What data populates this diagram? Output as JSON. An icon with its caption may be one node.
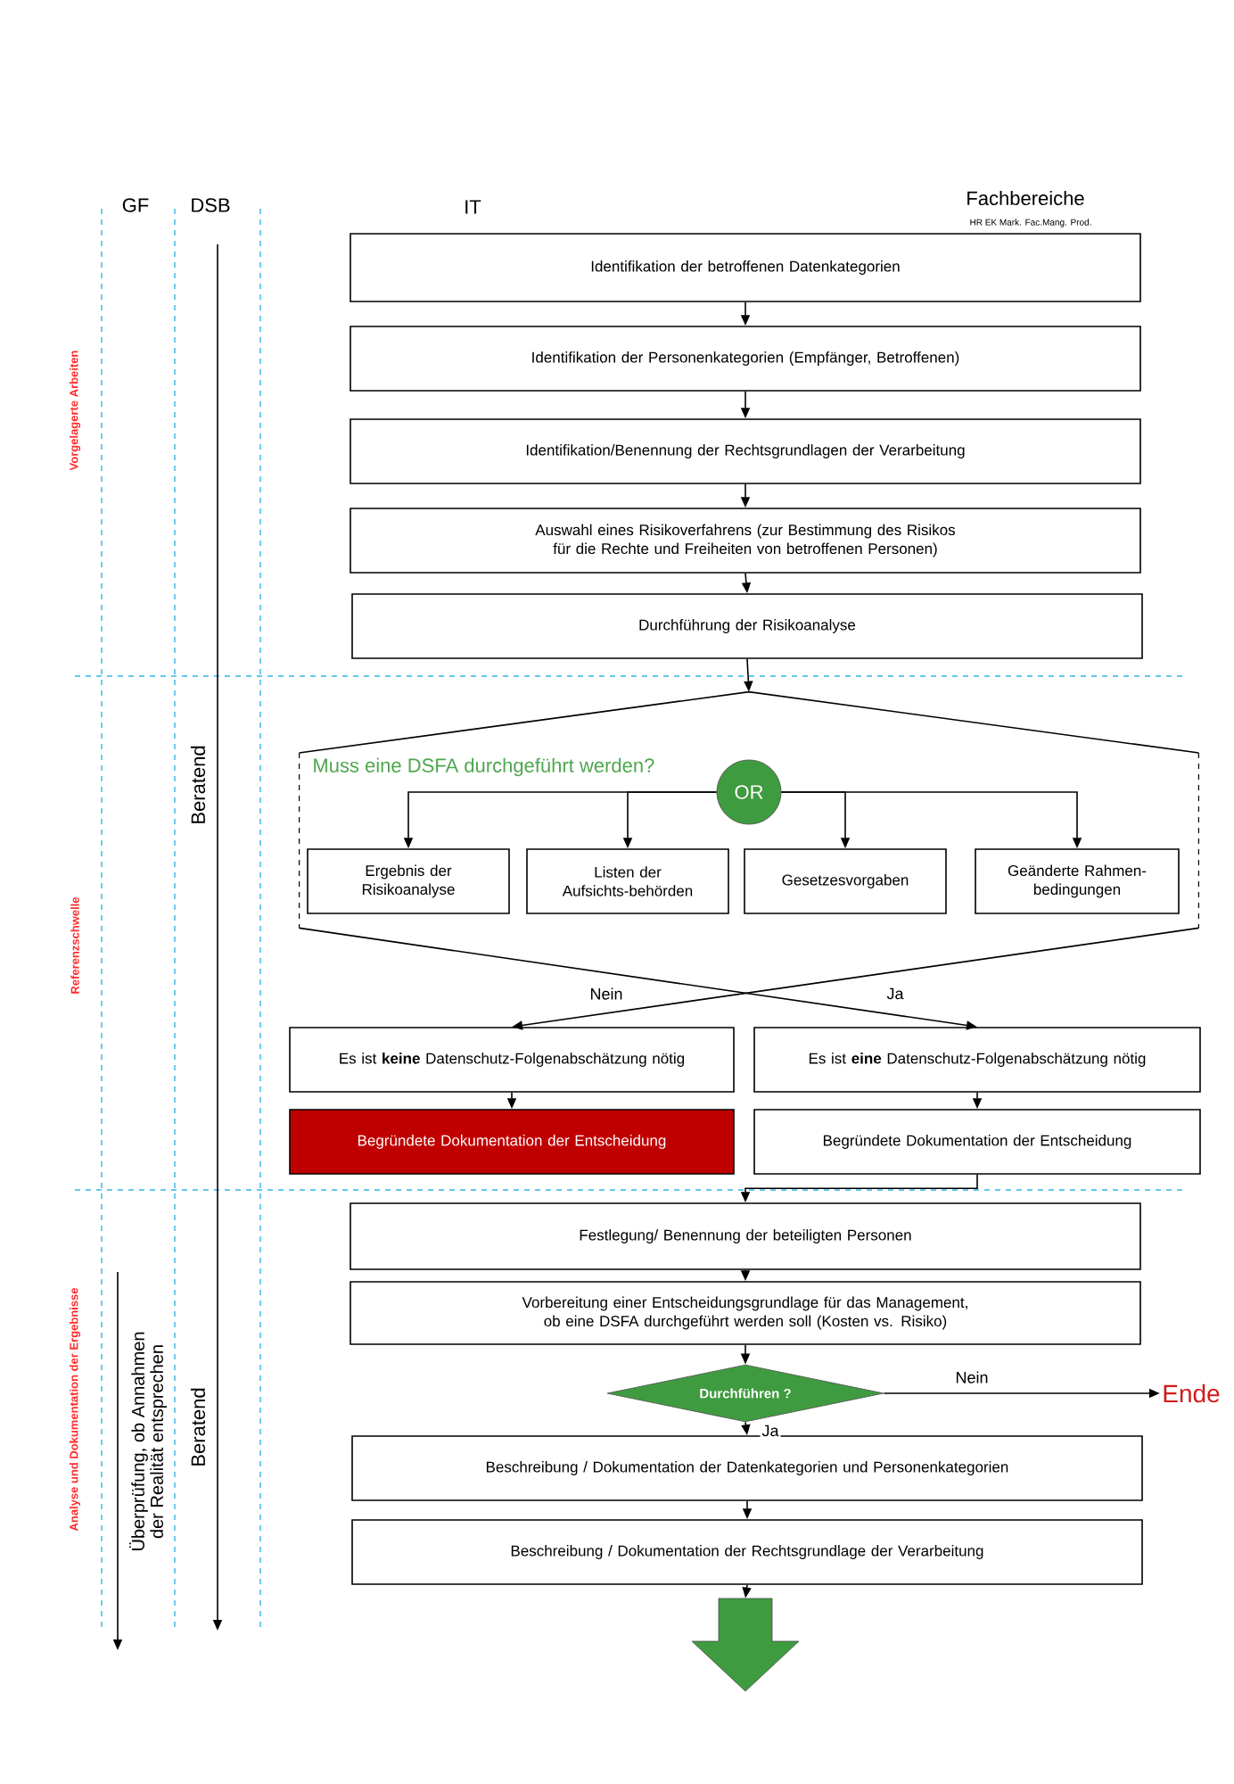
{
  "diagram": {
    "nodes": [
      {
        "text": [
          "Identifikation der betroffenen Datenkategorien"
        ]
      },
      {
        "text": [
          "Identifikation der Personenkategorien (Empfänger, Betroffenen)"
        ]
      },
      {
        "text": [
          "Identifikation/Benennung der Rechtsgrundlagen der Verarbeitung"
        ]
      },
      {
        "text": [
          "Auswahl eines Risikoverfahrens (zur Bestimmung des Risikos für die Rechte und Freiheiten von betroffenen Personen)"
        ]
      },
      {
        "text": [
          "Durchführung der Risikoanalyse"
        ]
      },
      {
        "text": [
          "Muss eine DSFA durchgeführt werden?"
        ]
      },
      {
        "text": [
          "OR"
        ],
        "in": 5
      },
      {
        "text": [
          "Ergebnis der Risikoanalyse"
        ],
        "in": 5
      },
      {
        "text": [
          "Listen der Aufsichts-behörden"
        ],
        "in": 5
      },
      {
        "text": [
          "Gesetzesvorgaben"
        ],
        "in": 5
      },
      {
        "text": [
          "Geänderte Rahmen-bedingungen"
        ],
        "in": 5
      },
      {
        "text": [
          "Es ist **keine** Datenschutz-Folgenabschätzung nötig"
        ]
      },
      {
        "text": [
          "Es ist **eine** Datenschutz-Folgenabschätzung nötig"
        ]
      },
      {
        "text": [
          "Begründete Dokumentation der Entscheidung"
        ]
      },
      {
        "text": [
          "Begründete Dokumentation der Entscheidung"
        ]
      },
      {
        "text": [
          "Festlegung/ Benennung der beteiligten Personen"
        ]
      },
      {
        "text": [
          "Vorbereitung einer Entscheidungsgrundlage für das Management, ob eine DSFA durchgeführt werden soll (Kosten vs. Risiko)"
        ]
      },
      {
        "text": [
          "Durchführen ?"
        ]
      },
      {
        "text": [
          "Ende"
        ]
      },
      {
        "text": [
          "Beschreibung / Dokumentation der Datenkategorien und Personenkategorien"
        ]
      },
      {
        "text": [
          "Beschreibung / Dokumentation der Rechtsgrundlage der Verarbeitung"
        ]
      },
      {
        "text": [],
        "shape": "arrow"
      }
    ],
    "edges": [
      {
        "from": 0,
        "to": 1,
        "arrow": "to"
      },
      {
        "from": 1,
        "to": 2,
        "arrow": "to"
      },
      {
        "from": 2,
        "to": 3,
        "arrow": "to"
      },
      {
        "from": 3,
        "to": 4,
        "arrow": "to"
      },
      {
        "from": 4,
        "to": 5,
        "arrow": "to"
      },
      {
        "from": 6,
        "to": 7,
        "arrow": "to"
      },
      {
        "from": 6,
        "to": 8,
        "arrow": "to"
      },
      {
        "from": 6,
        "to": 9,
        "arrow": "to"
      },
      {
        "from": 6,
        "to": 10,
        "arrow": "to"
      },
      {
        "from": 5,
        "to": 11,
        "arrow": "to",
        "label": "Nein"
      },
      {
        "from": 5,
        "to": 12,
        "arrow": "to",
        "label": "Ja"
      },
      {
        "from": 11,
        "to": 13,
        "arrow": "to"
      },
      {
        "from": 12,
        "to": 14,
        "arrow": "to"
      },
      {
        "from": 14,
        "to": 15,
        "arrow": "to"
      },
      {
        "from": 15,
        "to": 16,
        "arrow": "to"
      },
      {
        "from": 16,
        "to": 17,
        "arrow": "to"
      },
      {
        "from": 17,
        "to": 18,
        "arrow": "to",
        "label": "Nein"
      },
      {
        "from": 17,
        "to": 19,
        "arrow": "to",
        "label": "Ja"
      },
      {
        "from": 19,
        "to": 20,
        "arrow": "to"
      },
      {
        "from": 20,
        "to": 21,
        "arrow": "to"
      }
    ],
    "labels": [
      "GF",
      "DSB",
      "IT",
      "Fachbereiche",
      "HR EK Mark. Fac.Mang. Prod.",
      "Vorgelagerte Arbeiten",
      "Beratend",
      "Referenzschwelle",
      "Überprüfung, ob Annahmen der Realität entsprechen",
      "Beratend",
      "Analyse und Dokumentation der Ergebnisse"
    ]
  }
}
